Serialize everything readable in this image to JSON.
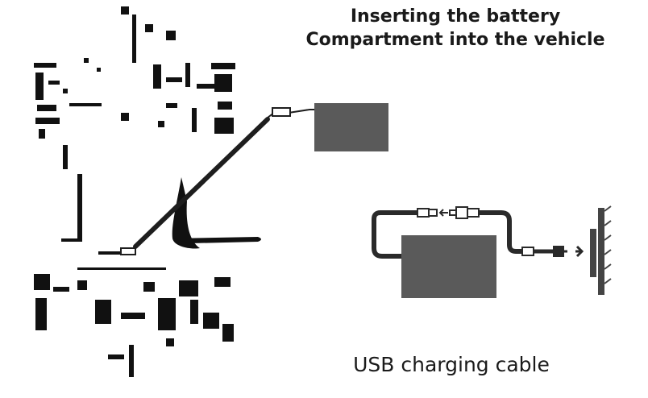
{
  "title": {
    "line1": "Inserting the battery",
    "line2": "Compartment into the vehicle"
  },
  "caption": "USB charging cable",
  "colors": {
    "ink": "#1a1a1a",
    "battery_fill": "#5a5a5a",
    "cable": "#2a2a2a",
    "wall": "#444444"
  },
  "icons": [
    "vehicle-frame",
    "battery-box",
    "charger-plug",
    "wall-socket"
  ]
}
